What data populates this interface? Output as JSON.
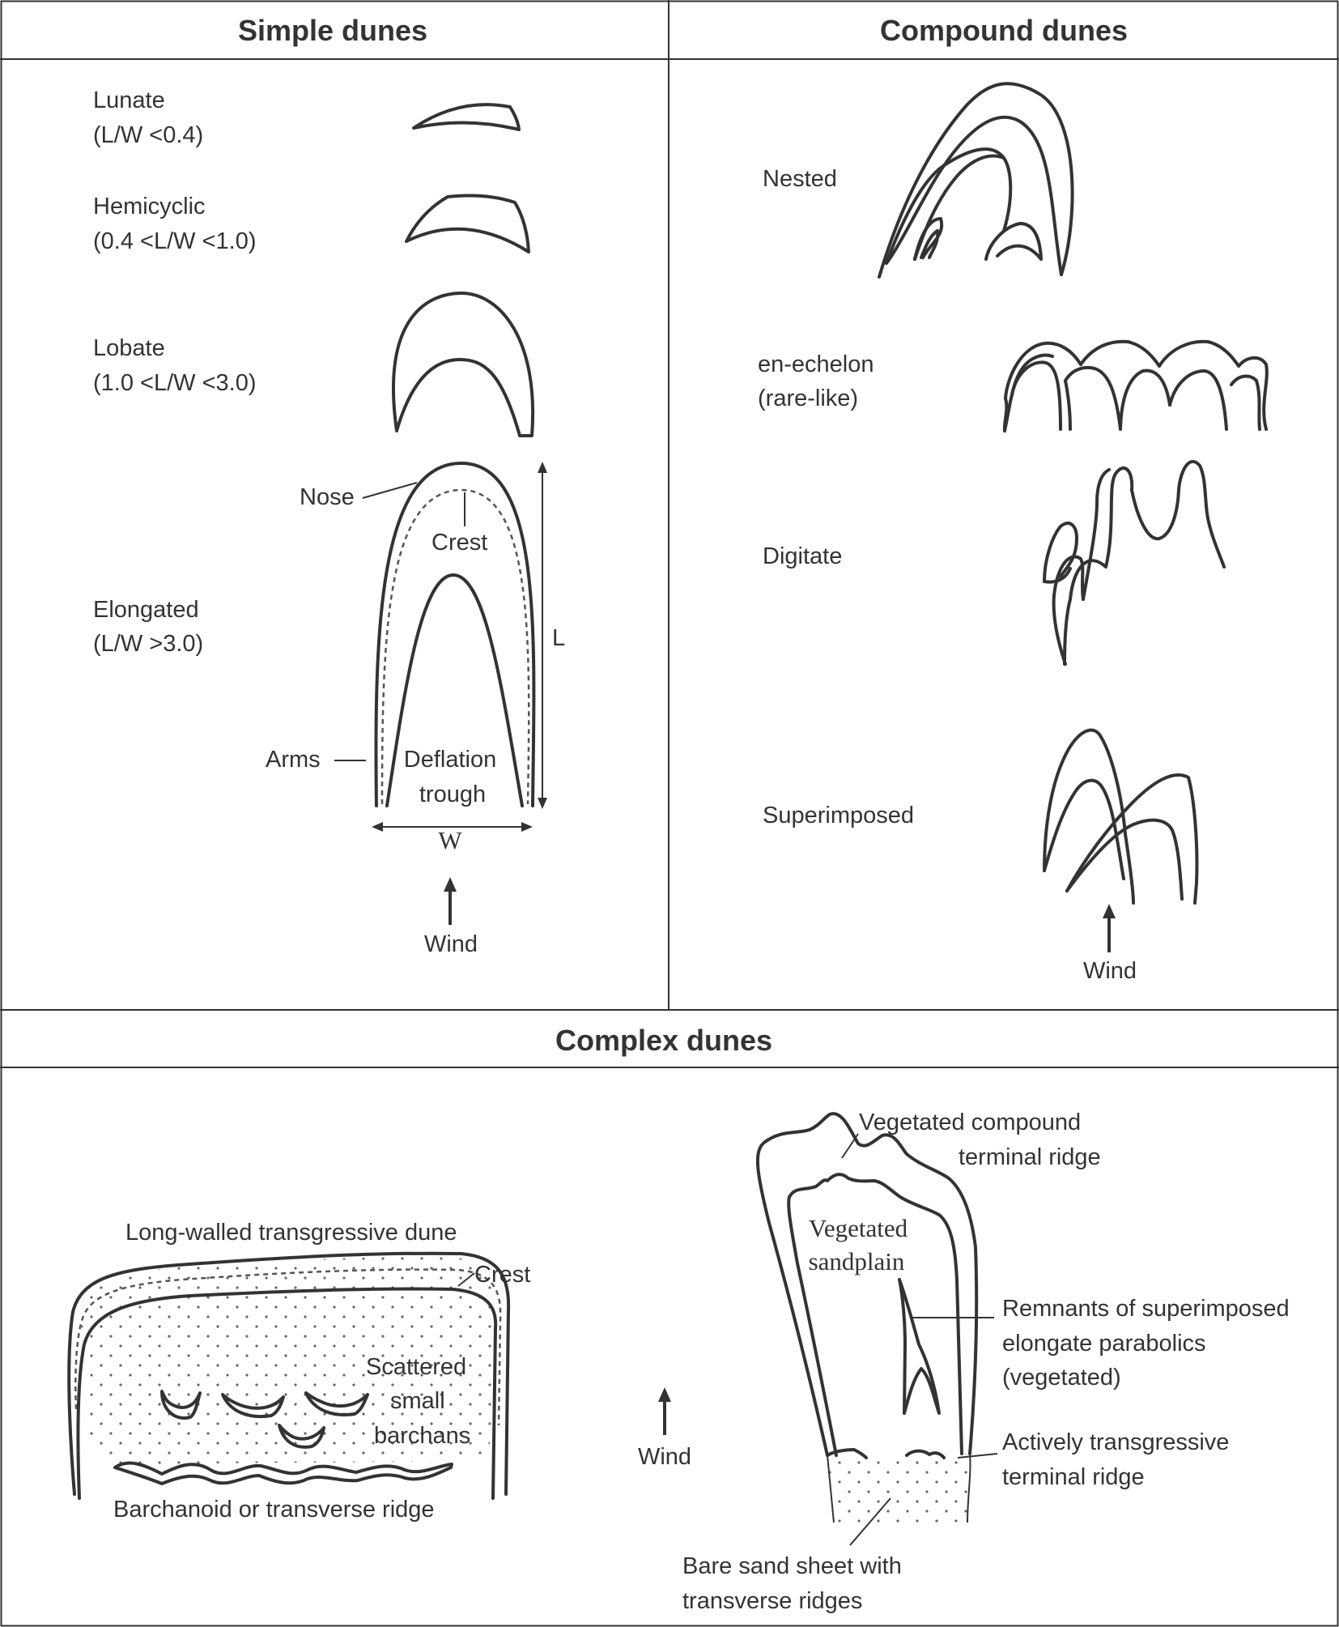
{
  "headers": {
    "simple": "Simple dunes",
    "compound": "Compound dunes",
    "complex": "Complex dunes"
  },
  "simple": {
    "lunate": [
      "Lunate",
      "(L/W <0.4)"
    ],
    "hemicyclic": [
      "Hemicyclic",
      "(0.4 <L/W <1.0)"
    ],
    "lobate": [
      "Lobate",
      "(1.0 <L/W <3.0)"
    ],
    "elongated": [
      "Elongated",
      "(L/W >3.0)"
    ],
    "parts": {
      "nose": "Nose",
      "crest": "Crest",
      "arms": "Arms",
      "deflation": [
        "Deflation",
        "trough"
      ],
      "length": "L",
      "width": "W"
    },
    "wind": "Wind"
  },
  "compound": {
    "nested": "Nested",
    "en_echelon": [
      "en-echelon",
      "(rare-like)"
    ],
    "digitate": "Digitate",
    "superimposed": "Superimposed",
    "wind": "Wind"
  },
  "complex": {
    "long_walled": "Long-walled transgressive dune",
    "crest": "Crest",
    "scattered": [
      "Scattered",
      "small",
      "barchans"
    ],
    "barchanoid": "Barchanoid or transverse ridge",
    "wind": "Wind",
    "veg_compound": [
      "Vegetated compound",
      "terminal ridge"
    ],
    "veg_sandplain": [
      "Vegetated",
      "sandplain"
    ],
    "remnants": [
      "Remnants of superimposed",
      "elongate parabolics",
      "(vegetated)"
    ],
    "active": [
      "Actively transgressive",
      "terminal ridge"
    ],
    "bare_sand": [
      "Bare sand sheet with",
      "transverse ridges"
    ]
  }
}
